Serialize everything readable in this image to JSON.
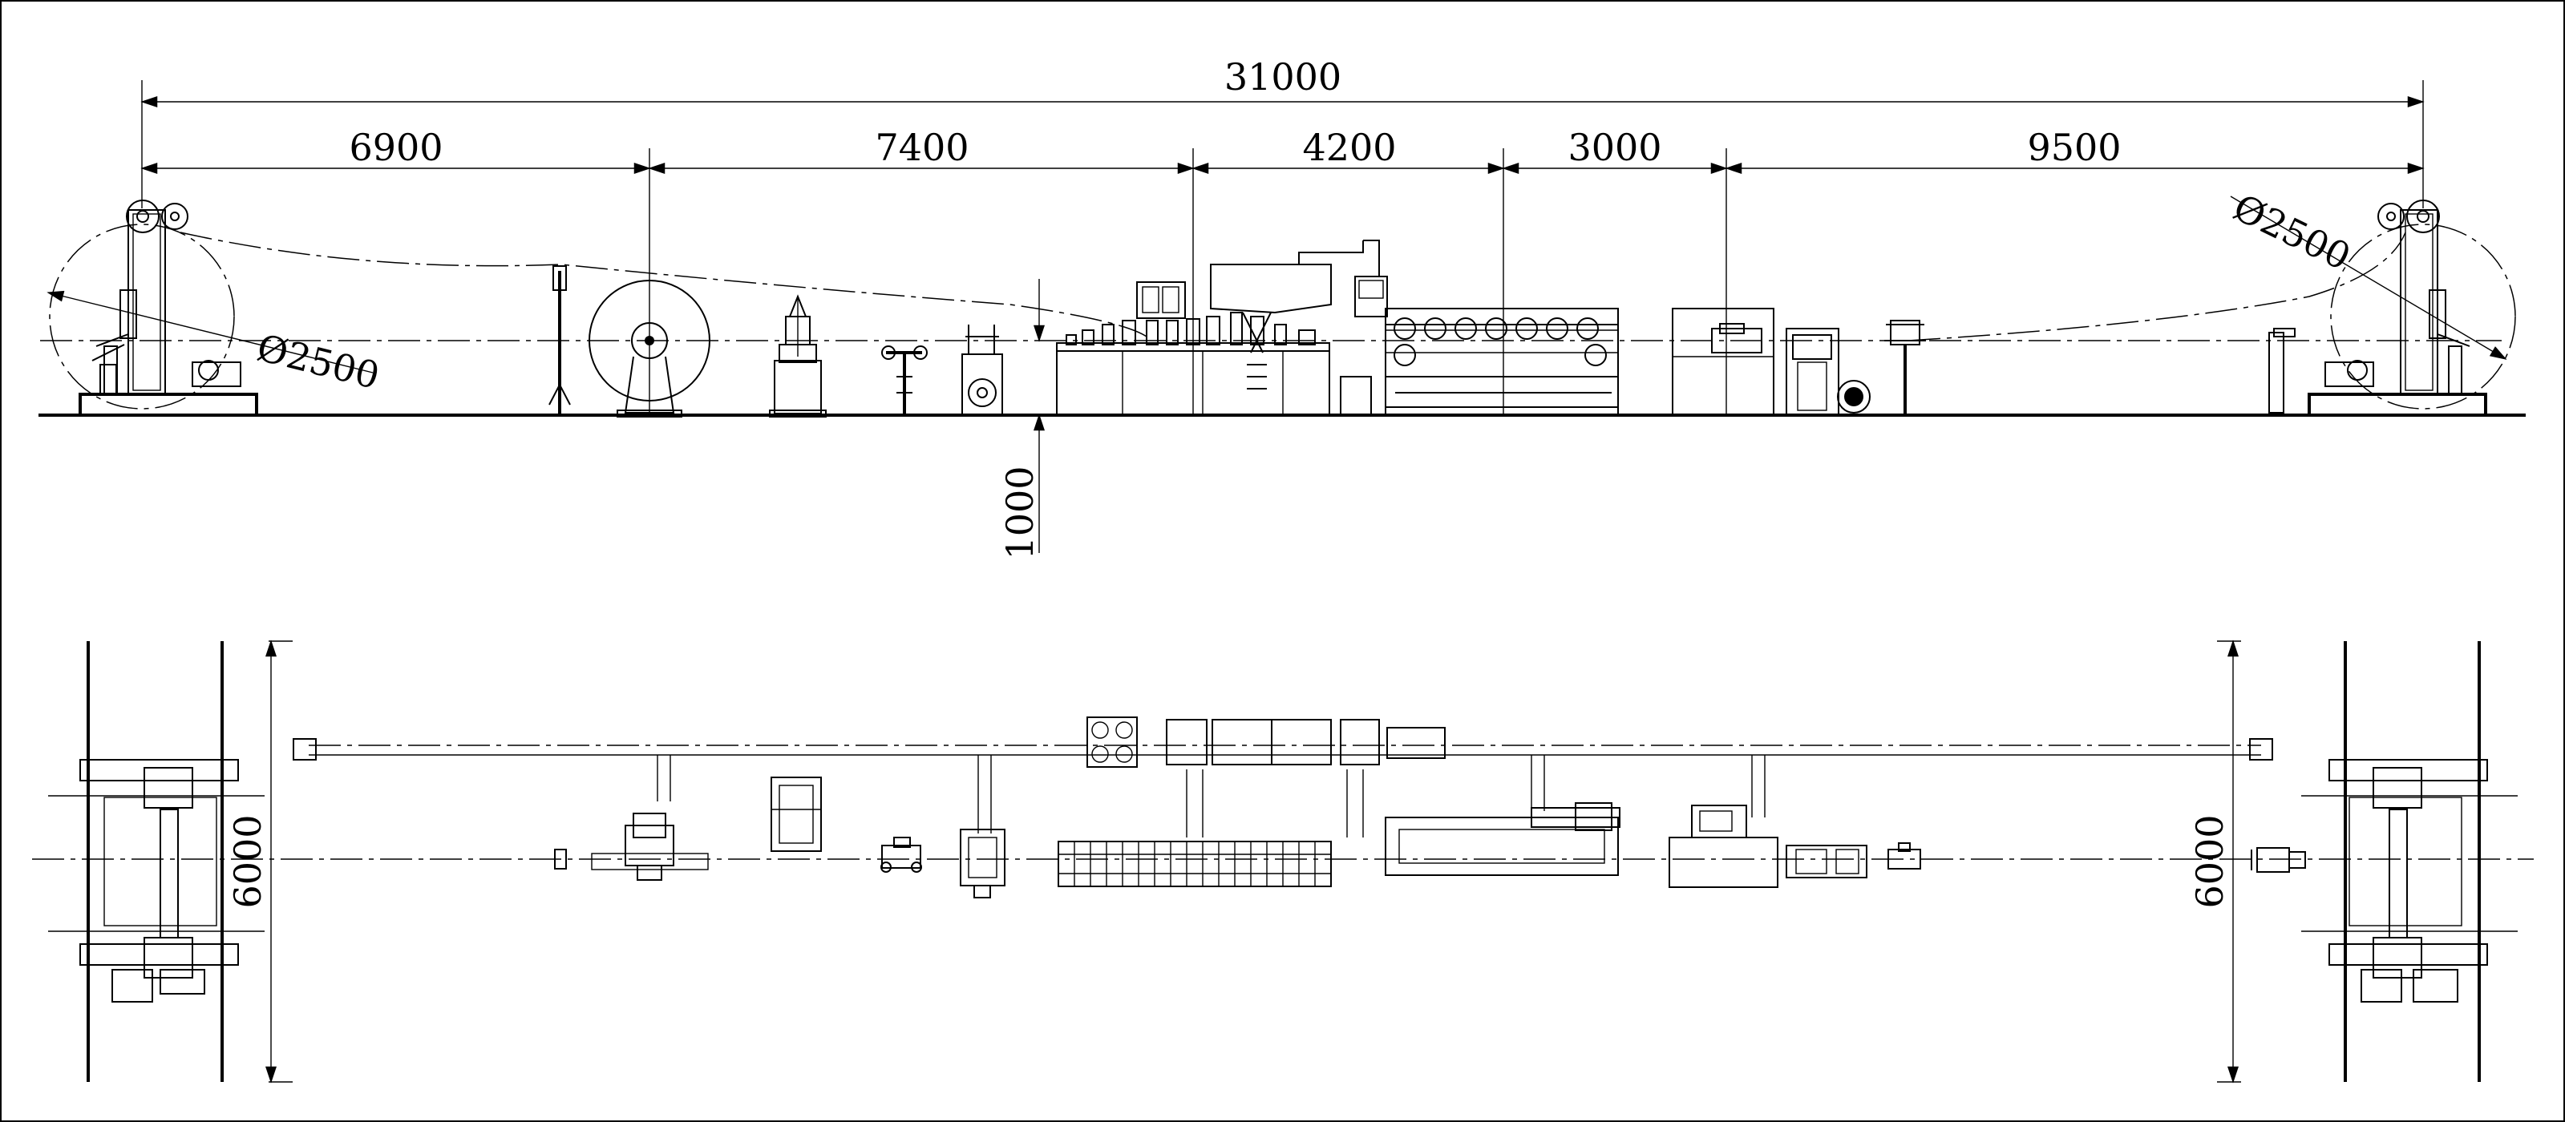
{
  "dimensions": {
    "overall": "31000",
    "seg_1": "6900",
    "seg_2": "7400",
    "seg_3": "4200",
    "seg_4": "3000",
    "seg_5": "9500",
    "height_1000": "1000",
    "left_reel_dia": "Ø2500",
    "right_reel_dia": "Ø2500",
    "plan_width_left": "6000",
    "plan_width_right": "6000"
  }
}
